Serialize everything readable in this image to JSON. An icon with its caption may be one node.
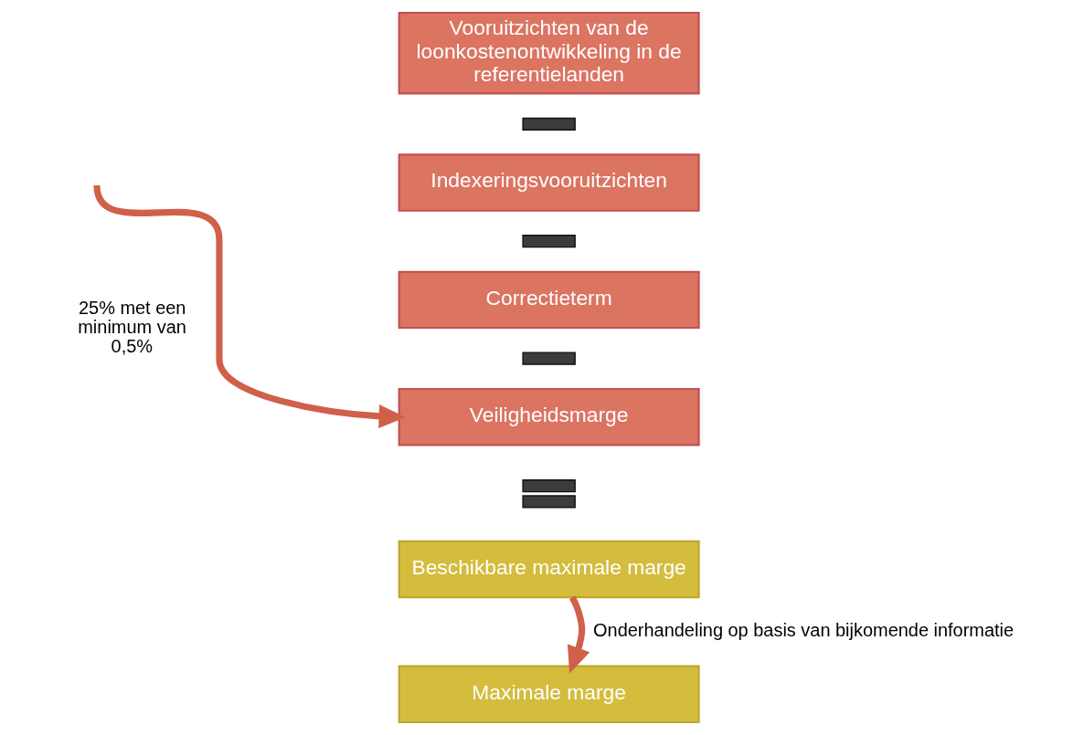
{
  "diagram": {
    "nodes": [
      {
        "text": [
          "Vooruitzichten van de loonkostenontwikkeling in de referentielanden"
        ]
      },
      {
        "text": [],
        "shape": "minus"
      },
      {
        "text": [
          "Indexeringsvooruitzichten"
        ]
      },
      {
        "text": [],
        "shape": "minus"
      },
      {
        "text": [
          "Correctieterm"
        ]
      },
      {
        "text": [],
        "shape": "minus"
      },
      {
        "text": [
          "Veiligheidsmarge"
        ]
      },
      {
        "text": [],
        "shape": "equals"
      },
      {
        "text": [
          "Beschikbare maximale marge"
        ]
      },
      {
        "text": [
          "Maximale marge"
        ]
      }
    ],
    "edges": [
      {
        "from": null,
        "to": 6,
        "arrow": "to",
        "label": "25% met een minimum van 0,5%"
      },
      {
        "from": 8,
        "to": 9,
        "arrow": "to",
        "label": "Onderhandeling op basis van bijkomende informatie"
      }
    ]
  }
}
